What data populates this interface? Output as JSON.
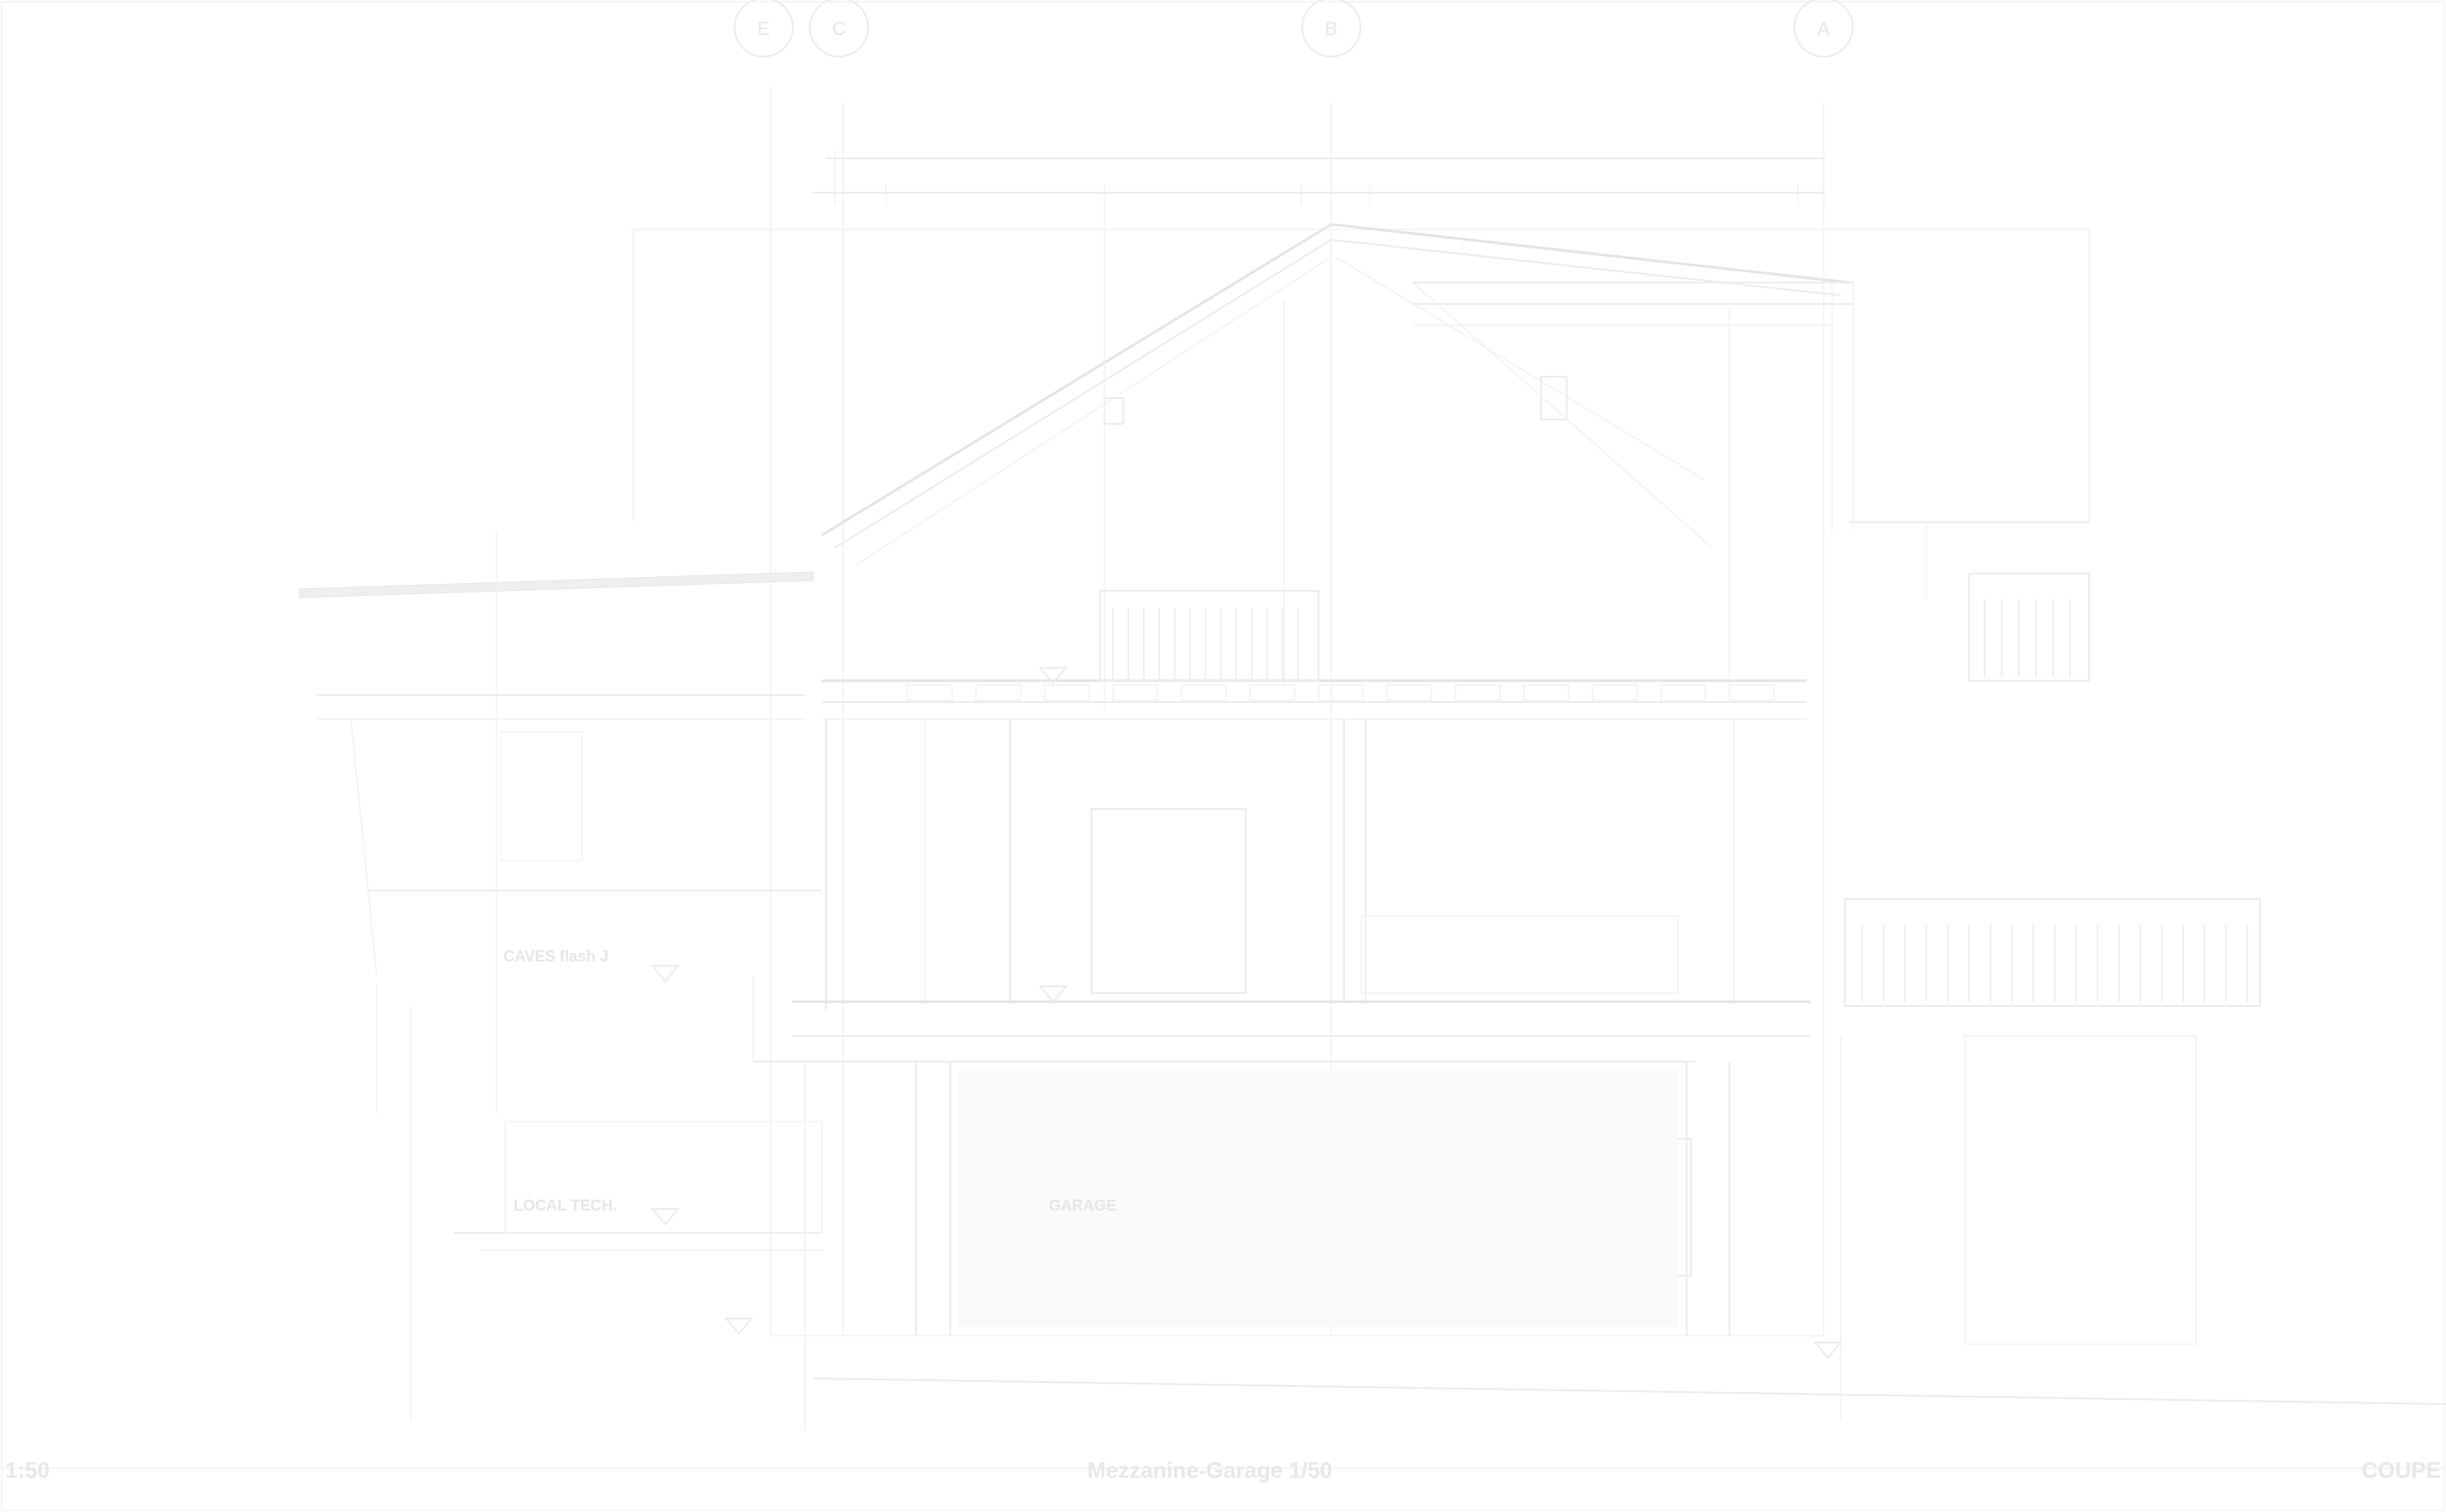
{
  "drawing": {
    "title": "Mezzanine-Garage 1/50",
    "scale_left": "1:50",
    "sheet_label": "COUPE"
  },
  "grid_axes": [
    "E",
    "C",
    "B",
    "A"
  ],
  "rooms": {
    "caves": "CAVES flash J",
    "local_tech": "LOCAL TECH.",
    "garage": "GARAGE"
  }
}
